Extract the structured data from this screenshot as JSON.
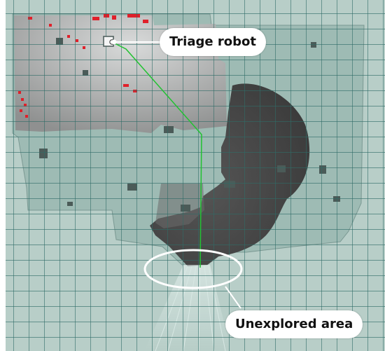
{
  "annotations": {
    "robot_label": "Triage robot",
    "unexplored_label": "Unexplored area"
  },
  "colors": {
    "background": "#ffffff",
    "grid_area": "#b8cec8",
    "grid_lines": "#2f6b66",
    "occupied_region": "#9ebbb4",
    "explored_dark": "#474747",
    "explored_light": "#bcbcbc",
    "obstacle_marks": "#e0202a",
    "robot_path": "#22c232",
    "callout": "#ffffff"
  },
  "icons": {
    "robot": "robot-marker-icon",
    "path": "robot-path-line"
  }
}
